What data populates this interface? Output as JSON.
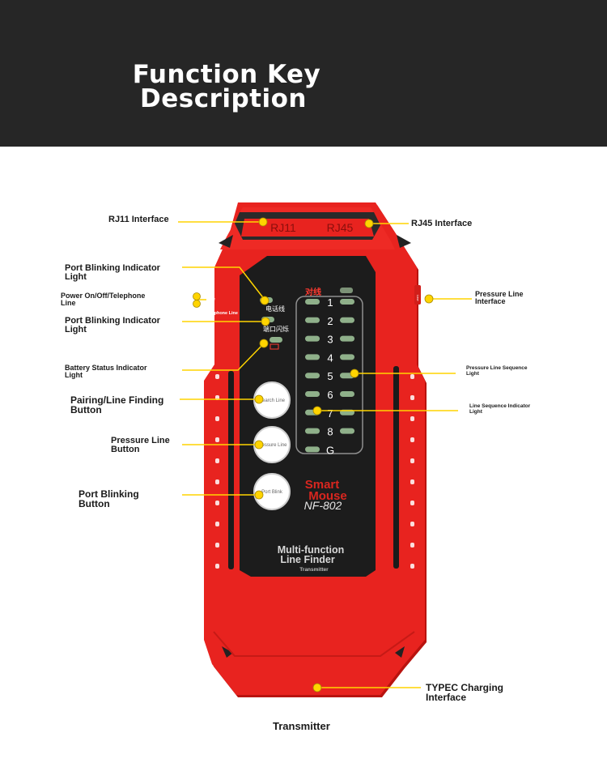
{
  "header": {
    "title_line1": "Function Key",
    "title_line2": "Description"
  },
  "device": {
    "port_labels": [
      "RJ11",
      "RJ45"
    ],
    "switch_labels": [
      "On",
      "Off",
      "Telephone Line"
    ],
    "panel_header": "对线",
    "telephone_label": "电话线",
    "port_blink_label": "端口闪烁",
    "sequence_numbers": [
      "1",
      "2",
      "3",
      "4",
      "5",
      "6",
      "7",
      "8",
      "G"
    ],
    "buttons": [
      "Search Line",
      "Pressure Line",
      "Port Blink"
    ],
    "brand_line1": "Smart",
    "brand_line2": "Mouse",
    "model": "NF-802",
    "product_line1": "Multi-function",
    "product_line2": "Line Finder",
    "product_sub": "Transmitter",
    "side_label": "Line",
    "colors": {
      "body": "#e8231f",
      "panel": "#1c1c1c",
      "led": "#8fb08a",
      "callout": "#ffd400"
    }
  },
  "callouts": {
    "rj11": "RJ11 Interface",
    "rj45": "RJ45 Interface",
    "port_blink_light_1": "Port Blinking Indicator\n Light",
    "power": "Power On/Off/Telephone\n Line",
    "port_blink_light_2": "Port Blinking Indicator\n Light",
    "battery": "Battery Status Indicator\n Light",
    "pairing": "Pairing/Line Finding\n Button",
    "pressure_button": "Pressure Line\n Button",
    "port_blink_button": "Port Blinking\n Button",
    "pressure_interface": "Pressure Line\n Interface",
    "pressure_seq": "Pressure Line Sequence\n Light",
    "line_seq": "Line Sequence Indicator\n Light",
    "typec": "TYPEC Charging\n Interface"
  },
  "caption": "Transmitter"
}
